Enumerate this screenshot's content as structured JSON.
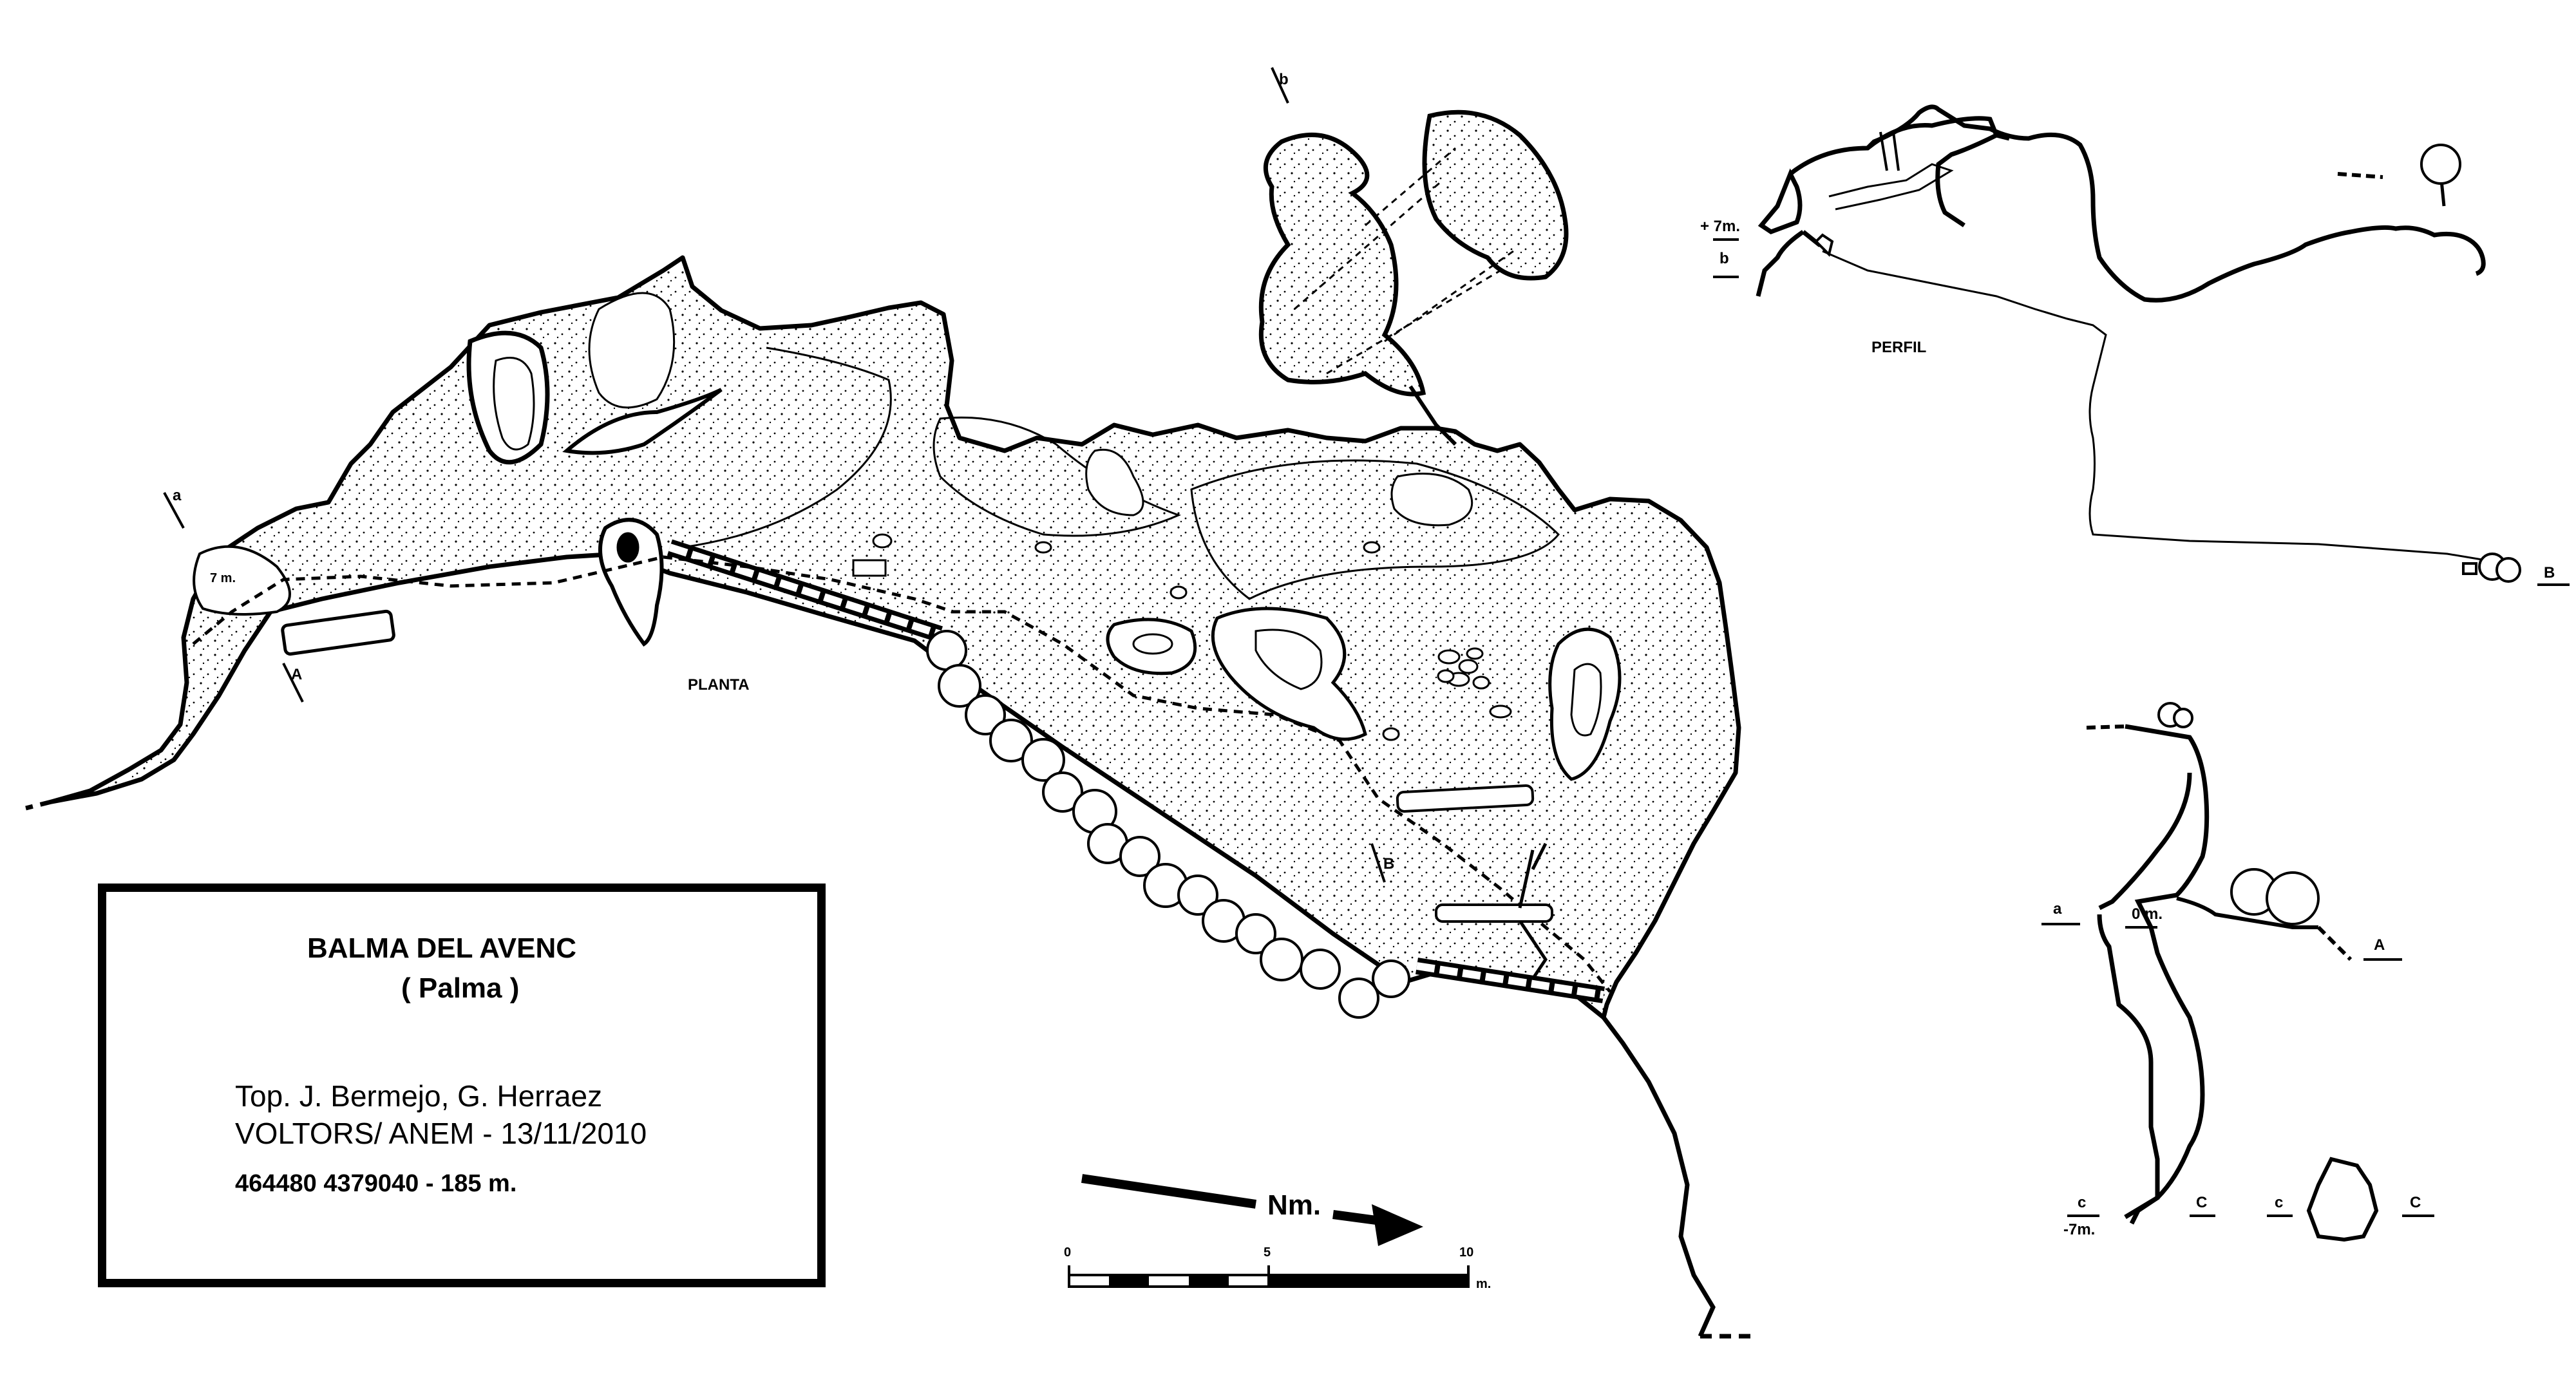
{
  "title_block": {
    "name": "BALMA DEL AVENC",
    "locality": "( Palma )",
    "surveyors": "Top. J. Bermejo, G. Herraez",
    "club_date": "VOLTORS/ ANEM   - 13/11/2010",
    "coordinates": "464480 4379040 - 185 m."
  },
  "views": {
    "plan": "PLANTA",
    "profile": "PERFIL"
  },
  "north": {
    "label": "Nm."
  },
  "scale": {
    "ticks": [
      "0",
      "5",
      "10"
    ],
    "unit": "m."
  },
  "section_marks": {
    "a": "a",
    "A": "A",
    "b": "b",
    "B": "B",
    "c": "c",
    "C": "C"
  },
  "depths": {
    "plan_level": "7 m.",
    "profile_top": "+ 7m.",
    "zero": "0 m.",
    "bottom": "-7m."
  },
  "colors": {
    "ink": "#000000",
    "paper": "#ffffff"
  }
}
